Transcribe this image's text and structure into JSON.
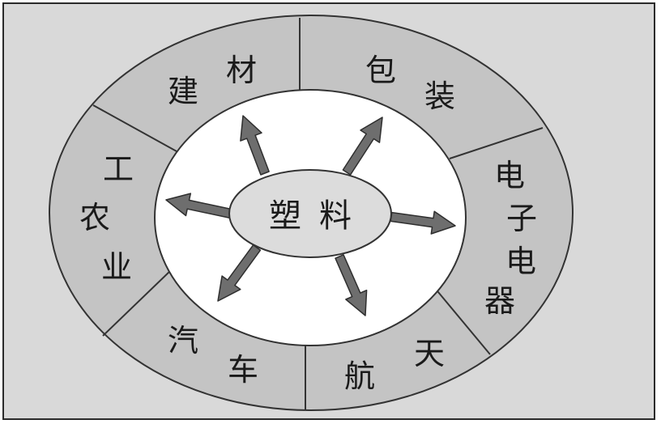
{
  "diagram": {
    "center": {
      "chars": [
        "塑",
        "料"
      ]
    },
    "segments": [
      {
        "id": "building-materials",
        "chars": [
          "建",
          "材"
        ]
      },
      {
        "id": "packaging",
        "chars": [
          "包",
          "装"
        ]
      },
      {
        "id": "electronics",
        "chars": [
          "电",
          "子",
          "电",
          "器"
        ]
      },
      {
        "id": "aerospace",
        "chars": [
          "航",
          "天"
        ]
      },
      {
        "id": "automotive",
        "chars": [
          "汽",
          "车"
        ]
      },
      {
        "id": "industry-agriculture",
        "chars": [
          "工",
          "农",
          "业"
        ]
      }
    ],
    "colors": {
      "page_bg": "#ffffff",
      "frame_bg": "#d9d9d9",
      "frame_border": "#2b2b2b",
      "ring_fill": "#c4c4c4",
      "ring_stroke": "#333333",
      "inner_fill": "#ffffff",
      "center_fill": "#dcdcdc",
      "arrow_fill": "#6e6e6e",
      "arrow_stroke": "#2e2e2e",
      "text": "#1a1a1a"
    }
  }
}
